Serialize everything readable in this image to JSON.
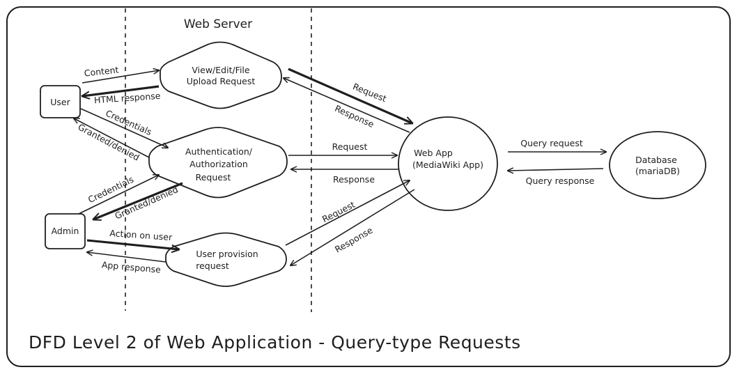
{
  "title": "Web Server",
  "caption": "DFD Level 2 of Web Application - Query-type Requests",
  "entities": {
    "user": "User",
    "admin": "Admin"
  },
  "processes": {
    "view_edit": [
      "View/Edit/File",
      "Upload Request"
    ],
    "auth": [
      "Authentication/",
      "Authorization",
      "Request"
    ],
    "provision": [
      "User provision",
      "request"
    ]
  },
  "stores": {
    "webapp": [
      "Web App",
      "(MediaWiki App)"
    ],
    "database": [
      "Database",
      "(mariaDB)"
    ]
  },
  "flows": {
    "content": "Content",
    "html_response": "HTML response",
    "credentials_user": "Credentials",
    "granted_user": "Granted/denied",
    "credentials_admin": "Credentials",
    "granted_admin": "Granted/denied",
    "action_on_user": "Action on user",
    "app_response": "App response",
    "request_1": "Request",
    "response_1": "Response",
    "request_2": "Request",
    "response_2": "Response",
    "request_3": "Request",
    "response_3": "Response",
    "query_request": "Query request",
    "query_response": "Query response"
  }
}
